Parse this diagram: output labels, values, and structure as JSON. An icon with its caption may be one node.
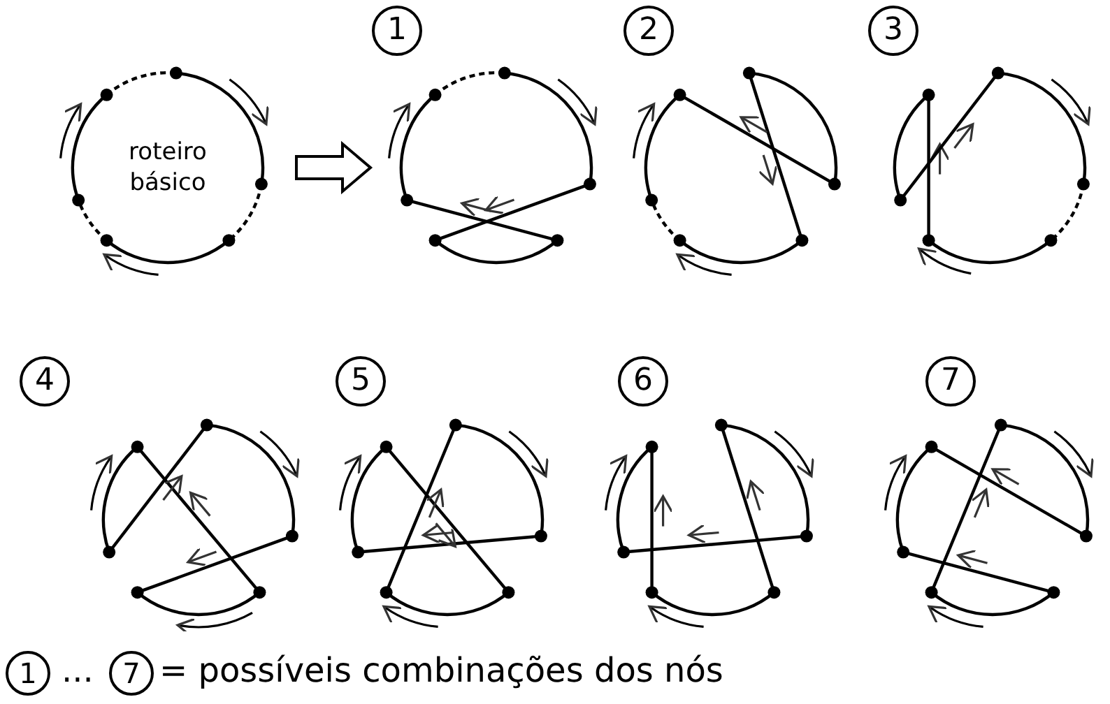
{
  "diagram": {
    "nodes": [
      {
        "text": [
          "1"
        ]
      },
      {
        "text": [
          "2"
        ]
      },
      {
        "text": [
          "3"
        ]
      },
      {
        "text": [
          "roteiro básico"
        ]
      },
      {
        "text": [],
        "shape": "circle"
      },
      {
        "text": [
          "4"
        ]
      },
      {
        "text": [
          "5"
        ]
      },
      {
        "text": [
          "6"
        ]
      },
      {
        "text": [
          "7"
        ]
      },
      {
        "text": [
          "1"
        ]
      },
      {
        "text": [
          "7"
        ]
      }
    ],
    "edges": [
      {
        "from": 3,
        "to": 4,
        "arrow": "to"
      }
    ],
    "labels": [
      "...",
      "= possíveis combinações dos nós"
    ]
  }
}
